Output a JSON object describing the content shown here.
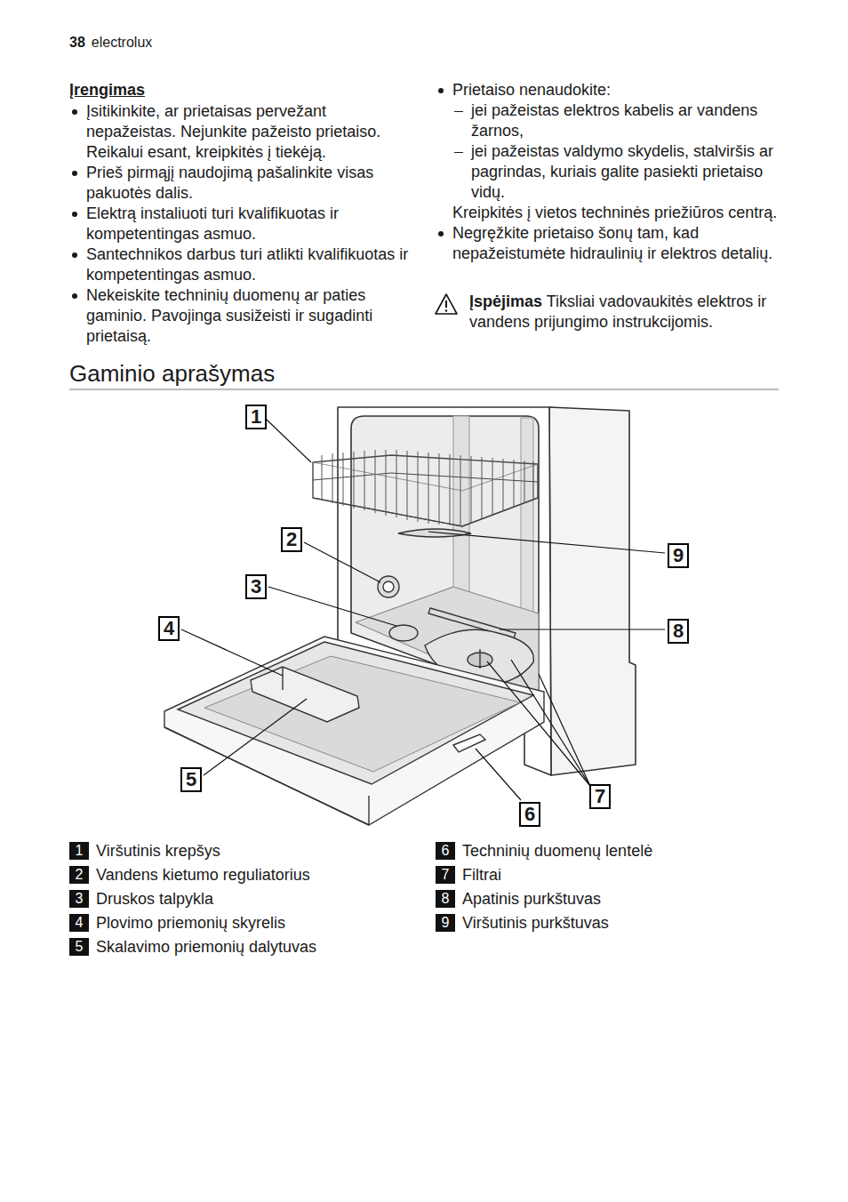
{
  "diagram": {
    "title": "Gaminio aprašymas",
    "nodes": [
      {
        "text": [
          "1"
        ]
      },
      {
        "text": [
          "2"
        ]
      },
      {
        "text": [
          "3"
        ]
      },
      {
        "text": [
          "4"
        ]
      },
      {
        "text": [
          "5"
        ]
      },
      {
        "text": [
          "6"
        ]
      },
      {
        "text": [
          "7"
        ]
      },
      {
        "text": [
          "8"
        ]
      },
      {
        "text": [
          "9"
        ]
      },
      {
        "text": [
          "1",
          "Viršutinis krepšys"
        ]
      },
      {
        "text": [
          "2",
          "Vandens kietumo reguliatorius"
        ]
      },
      {
        "text": [
          "3",
          "Druskos talpykla"
        ]
      },
      {
        "text": [
          "4",
          "Plovimo priemonių skyrelis"
        ]
      },
      {
        "text": [
          "5",
          "Skalavimo priemonių dalytuvas"
        ]
      },
      {
        "text": [
          "6",
          "Techninių duomenų lentelė"
        ]
      },
      {
        "text": [
          "7",
          "Filtrai"
        ]
      },
      {
        "text": [
          "8",
          "Apatinis purkštuvas"
        ]
      },
      {
        "text": [
          "9",
          "Viršutinis purkštuvas"
        ]
      }
    ],
    "labels": [
      "38",
      "electrolux",
      "Įrengimas",
      "Įsitikinkite, ar prietaisas pervežant nepažeistas. Nejunkite pažeisto prietaiso. Reikalui esant, kreipkitės į tiekėją.",
      "Prieš pirmąjį naudojimą pašalinkite visas pakuotės dalis.",
      "Elektrą instaliuoti turi kvalifikuotas ir kompetentingas asmuo.",
      "Santechnikos darbus turi atlikti kvalifikuotas ir kompetentingas asmuo.",
      "Nekeiskite techninių duomenų ar paties gaminio. Pavojinga susižeisti ir sugadinti prietaisą.",
      "Prietaiso nenaudokite:",
      "jei pažeistas elektros kabelis ar vandens žarnos,",
      "jei pažeistas valdymo skydelis, stalviršis ar pagrindas, kuriais galite pasiekti prietaiso vidų.",
      "Kreipkitės į vietos techninės priežiūros centrą.",
      "Negręžkite prietaiso šonų tam, kad nepažeistumėte hidraulinių ir elektros detalių.",
      "Įspėjimas",
      "Tiksliai vadovaukitės elektros ir vandens prijungimo instrukcijomis."
    ]
  }
}
